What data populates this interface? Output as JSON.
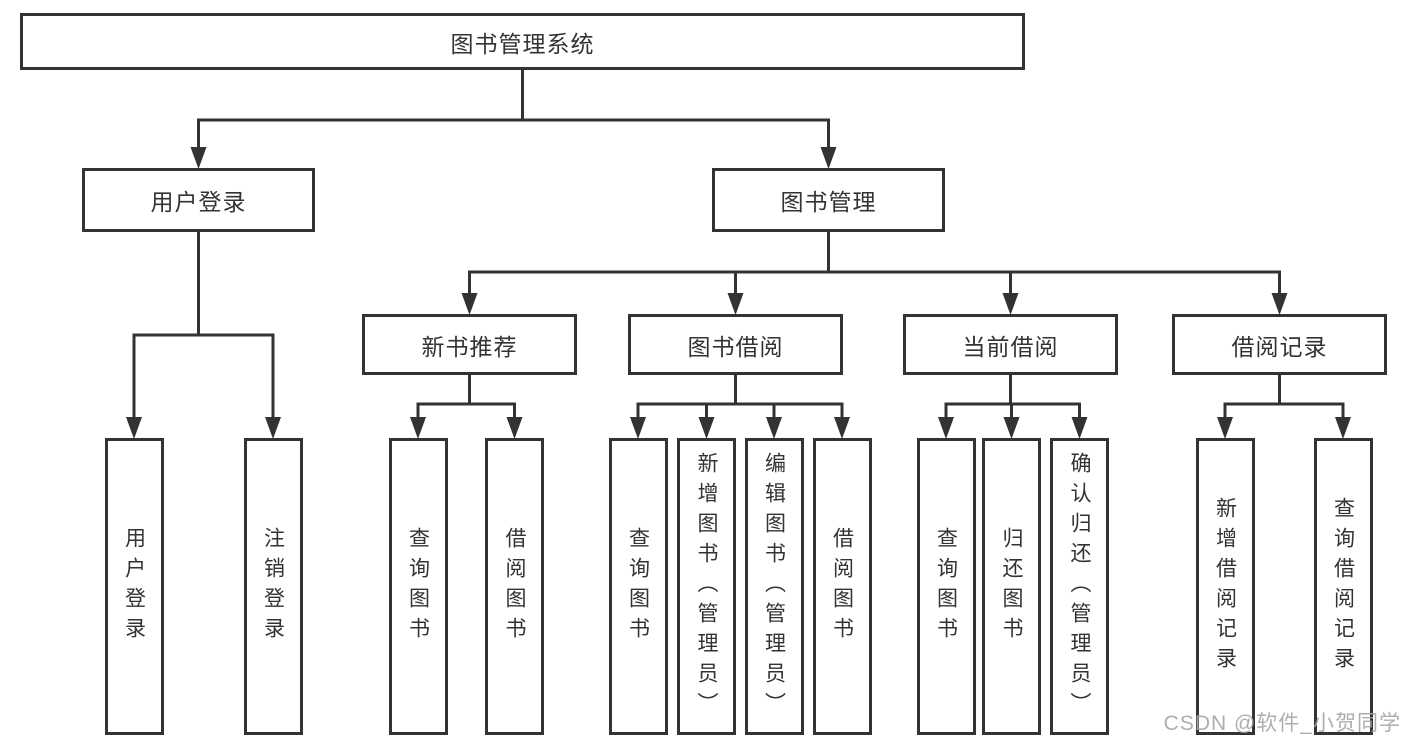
{
  "colors": {
    "line": "#333333",
    "text": "#333333",
    "background": "#ffffff",
    "watermark_gray": "#a5a5a5"
  },
  "watermark": "CSDN @软件_小贺同学",
  "tree": {
    "root": {
      "label": "图书管理系统"
    },
    "children": [
      {
        "label": "用户登录",
        "children": [
          {
            "label": "用户登录"
          },
          {
            "label": "注销登录"
          }
        ]
      },
      {
        "label": "图书管理",
        "children": [
          {
            "label": "新书推荐",
            "children": [
              {
                "label": "查询图书"
              },
              {
                "label": "借阅图书"
              }
            ]
          },
          {
            "label": "图书借阅",
            "children": [
              {
                "label": "查询图书"
              },
              {
                "label": "新增图书（管理员）"
              },
              {
                "label": "编辑图书（管理员）"
              },
              {
                "label": "借阅图书"
              }
            ]
          },
          {
            "label": "当前借阅",
            "children": [
              {
                "label": "查询图书"
              },
              {
                "label": "归还图书"
              },
              {
                "label": "确认归还（管理员）"
              }
            ]
          },
          {
            "label": "借阅记录",
            "children": [
              {
                "label": "新增借阅记录"
              },
              {
                "label": "查询借阅记录"
              }
            ]
          }
        ]
      }
    ]
  }
}
